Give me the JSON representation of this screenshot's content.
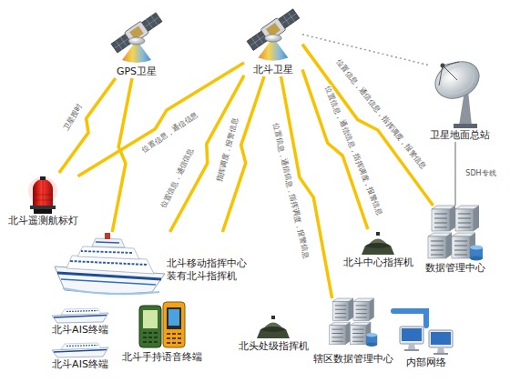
{
  "diagram": {
    "nodes": [
      {
        "text": [
          "GPS卫星"
        ]
      },
      {
        "text": [
          "北斗卫星"
        ]
      },
      {
        "text": [
          "卫星地面总站"
        ]
      },
      {
        "text": [
          "北斗遥测航标灯"
        ]
      },
      {
        "text": [
          "北斗移动指挥中心 装有北斗指挥机"
        ]
      },
      {
        "text": [
          "北斗中心指挥机"
        ]
      },
      {
        "text": [
          "数据管理中心"
        ]
      },
      {
        "text": [
          "北斗AIS终端"
        ]
      },
      {
        "text": [
          "北斗手持语音终端"
        ]
      },
      {
        "text": [
          "北斗AIS终端"
        ]
      },
      {
        "text": [
          "北头处级指挥机"
        ]
      },
      {
        "text": [
          "辖区数据管理中心"
        ]
      },
      {
        "text": [
          "内部网络"
        ]
      }
    ],
    "edges": [
      {
        "from": 0,
        "to": 3,
        "arrow": "none",
        "label": "卫星授时"
      },
      {
        "from": 1,
        "to": 3,
        "arrow": "none",
        "label": "位置信息，通信信息"
      },
      {
        "from": 0,
        "to": 4,
        "arrow": "none"
      },
      {
        "from": 1,
        "to": 4,
        "arrow": "none",
        "label": "位置信息，通信信息"
      },
      {
        "from": 1,
        "to": 4,
        "arrow": "none",
        "label": "指挥调度，报警信息"
      },
      {
        "from": 1,
        "to": 11,
        "arrow": "none",
        "label": "位置信息，通信信息，指挥调度，报警信息"
      },
      {
        "from": 1,
        "to": 5,
        "arrow": "none",
        "label": "位置信息，通信信息，指挥调度，报警信息"
      },
      {
        "from": 1,
        "to": 6,
        "arrow": "none",
        "label": "位置信息，通信信息，指挥调度，报警信息"
      },
      {
        "from": 1,
        "to": 2,
        "arrow": "none"
      },
      {
        "from": 2,
        "to": 6,
        "arrow": "none",
        "label": "SDH专线"
      },
      {
        "from": 11,
        "to": 12,
        "arrow": "none"
      }
    ]
  }
}
